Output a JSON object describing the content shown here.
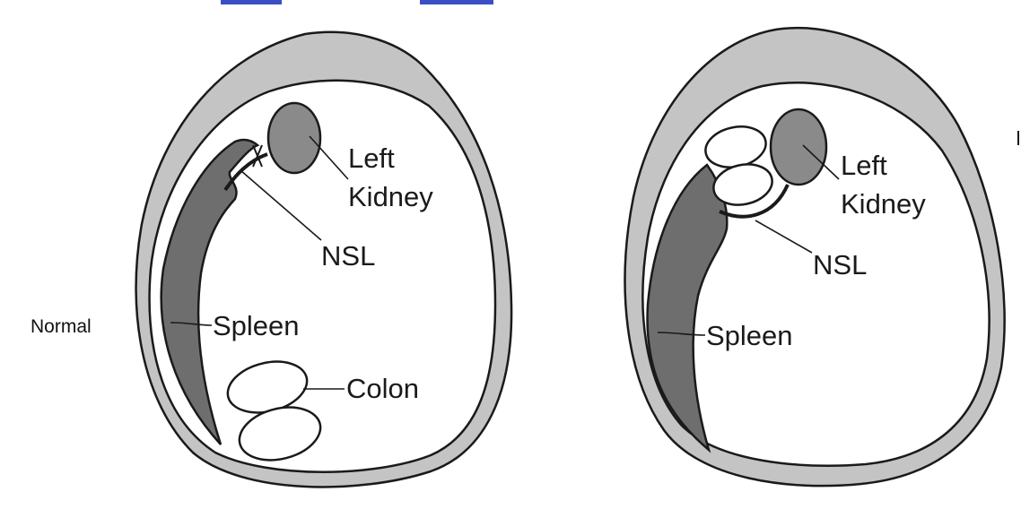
{
  "side_label": "Normal",
  "left_panel": {
    "kidney_label_line1": "Left",
    "kidney_label_line2": "Kidney",
    "nsl_label": "NSL",
    "spleen_label": "Spleen",
    "colon_label": "Colon"
  },
  "right_panel": {
    "kidney_label_line1": "Left",
    "kidney_label_line2": "Kidney",
    "nsl_label": "NSL",
    "spleen_label": "Spleen"
  },
  "colors": {
    "body_wall": "#c4c4c4",
    "organ_dark": "#6e6e6e",
    "kidney": "#8a8a8a",
    "outline": "#1a1a1a",
    "accent_blue": "#3a4fc4"
  }
}
